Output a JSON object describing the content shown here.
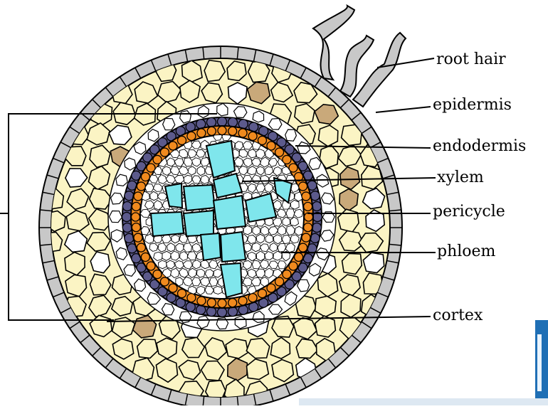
{
  "labels": {
    "root_hair": "root hair",
    "epidermis": "epidermis",
    "endodermis": "endodermis",
    "xylem": "xylem",
    "pericycle": "pericycle",
    "phloem": "phloem",
    "cortex": "cortex"
  },
  "colors": {
    "epidermis": "#c8c8c8",
    "cortex_cell": "#fbf4c4",
    "passage_cell": "#c9a97a",
    "endodermis": "#5c5a8c",
    "pericycle": "#f08a1e",
    "xylem": "#7fe6ec",
    "cell_wall": "#000000",
    "background": "#ffffff",
    "corner_accent": "#1f6fb5"
  }
}
